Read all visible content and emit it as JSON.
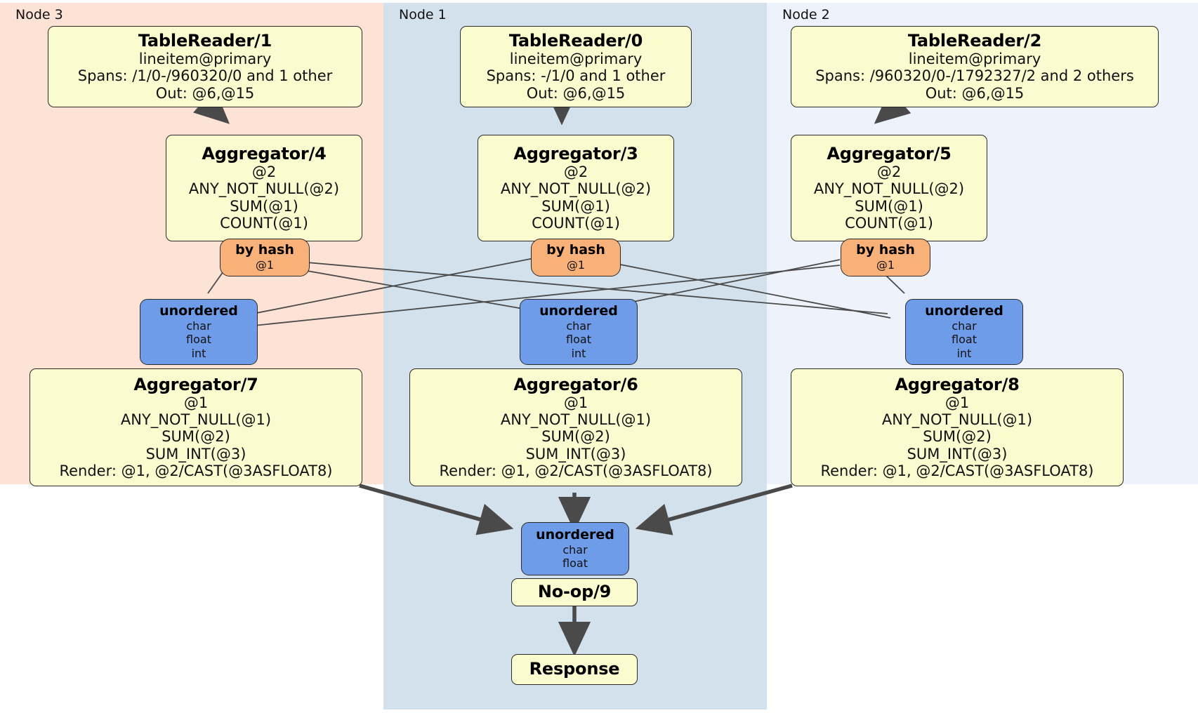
{
  "diagram": {
    "title": "Distributed SQL query physical plan",
    "colors": {
      "node3_bg": "#fce3d5",
      "node1_bg": "#d3e1ec",
      "node2_bg": "#edf2fb",
      "processor_fill": "#fbfbd0",
      "hash_router_fill": "#f8b179",
      "unordered_router_fill": "#6e9ce8",
      "border": "#2b2b2b",
      "edge": "#4a4a4a"
    }
  },
  "regions": [
    {
      "id": "node3",
      "label": "Node 3"
    },
    {
      "id": "node1",
      "label": "Node 1"
    },
    {
      "id": "node2",
      "label": "Node 2"
    }
  ],
  "processors": {
    "tablereader_1": {
      "title": "TableReader/1",
      "lines": [
        "lineitem@primary",
        "Spans: /1/0-/960320/0 and 1 other",
        "Out: @6,@15"
      ]
    },
    "tablereader_0": {
      "title": "TableReader/0",
      "lines": [
        "lineitem@primary",
        "Spans: -/1/0 and 1 other",
        "Out: @6,@15"
      ]
    },
    "tablereader_2": {
      "title": "TableReader/2",
      "lines": [
        "lineitem@primary",
        "Spans: /960320/0-/1792327/2 and 2 others",
        "Out: @6,@15"
      ]
    },
    "aggregator_4": {
      "title": "Aggregator/4",
      "lines": [
        "@2",
        "ANY_NOT_NULL(@2)",
        "SUM(@1)",
        "COUNT(@1)"
      ]
    },
    "aggregator_3": {
      "title": "Aggregator/3",
      "lines": [
        "@2",
        "ANY_NOT_NULL(@2)",
        "SUM(@1)",
        "COUNT(@1)"
      ]
    },
    "aggregator_5": {
      "title": "Aggregator/5",
      "lines": [
        "@2",
        "ANY_NOT_NULL(@2)",
        "SUM(@1)",
        "COUNT(@1)"
      ]
    },
    "aggregator_7": {
      "title": "Aggregator/7",
      "lines": [
        "@1",
        "ANY_NOT_NULL(@1)",
        "SUM(@2)",
        "SUM_INT(@3)",
        "Render: @1, @2/CAST(@3ASFLOAT8)"
      ]
    },
    "aggregator_6": {
      "title": "Aggregator/6",
      "lines": [
        "@1",
        "ANY_NOT_NULL(@1)",
        "SUM(@2)",
        "SUM_INT(@3)",
        "Render: @1, @2/CAST(@3ASFLOAT8)"
      ]
    },
    "aggregator_8": {
      "title": "Aggregator/8",
      "lines": [
        "@1",
        "ANY_NOT_NULL(@1)",
        "SUM(@2)",
        "SUM_INT(@3)",
        "Render: @1, @2/CAST(@3ASFLOAT8)"
      ]
    },
    "noop_9": {
      "title": "No-op/9",
      "lines": []
    },
    "response": {
      "title": "Response",
      "lines": []
    }
  },
  "routers": {
    "hash_left": {
      "title": "by hash",
      "lines": [
        "@1"
      ]
    },
    "hash_mid": {
      "title": "by hash",
      "lines": [
        "@1"
      ]
    },
    "hash_right": {
      "title": "by hash",
      "lines": [
        "@1"
      ]
    },
    "unordered_left": {
      "title": "unordered",
      "lines": [
        "char",
        "float",
        "int"
      ]
    },
    "unordered_mid": {
      "title": "unordered",
      "lines": [
        "char",
        "float",
        "int"
      ]
    },
    "unordered_right": {
      "title": "unordered",
      "lines": [
        "char",
        "float",
        "int"
      ]
    },
    "unordered_final": {
      "title": "unordered",
      "lines": [
        "char",
        "float"
      ]
    }
  }
}
